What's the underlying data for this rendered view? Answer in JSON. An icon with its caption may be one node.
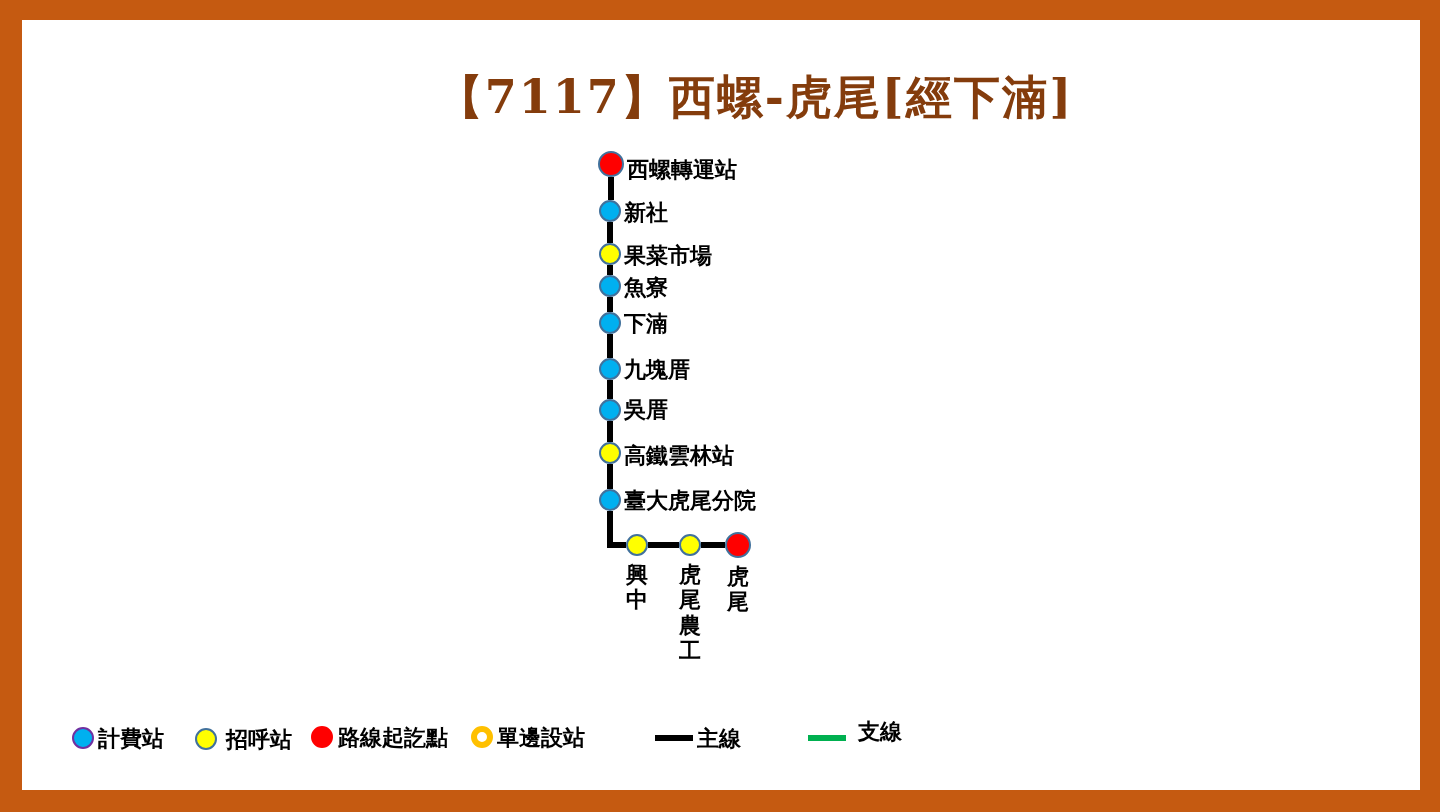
{
  "diagram": {
    "title": "【7117】西螺-虎尾[經下湳]",
    "nodes": [
      {
        "text": [],
        "shape": "circle",
        "beside": [
          "西螺轉運站"
        ]
      },
      {
        "text": [],
        "shape": "circle",
        "beside": [
          "新社"
        ]
      },
      {
        "text": [],
        "shape": "circle",
        "beside": [
          "果菜市場"
        ]
      },
      {
        "text": [],
        "shape": "circle",
        "beside": [
          "魚寮"
        ]
      },
      {
        "text": [],
        "shape": "circle",
        "beside": [
          "下湳"
        ]
      },
      {
        "text": [],
        "shape": "circle",
        "beside": [
          "九塊厝"
        ]
      },
      {
        "text": [],
        "shape": "circle",
        "beside": [
          "吳厝"
        ]
      },
      {
        "text": [],
        "shape": "circle",
        "beside": [
          "高鐵雲林站"
        ]
      },
      {
        "text": [],
        "shape": "circle",
        "beside": [
          "臺大虎尾分院"
        ]
      },
      {
        "text": [],
        "shape": "circle",
        "beside": [
          "興中"
        ]
      },
      {
        "text": [],
        "shape": "circle",
        "beside": [
          "虎尾農工"
        ]
      },
      {
        "text": [],
        "shape": "circle",
        "beside": [
          "虎尾"
        ]
      }
    ],
    "edges": [
      {
        "from": 0,
        "to": 1,
        "arrow": "none"
      },
      {
        "from": 1,
        "to": 2,
        "arrow": "none"
      },
      {
        "from": 2,
        "to": 3,
        "arrow": "none"
      },
      {
        "from": 3,
        "to": 4,
        "arrow": "none"
      },
      {
        "from": 4,
        "to": 5,
        "arrow": "none"
      },
      {
        "from": 5,
        "to": 6,
        "arrow": "none"
      },
      {
        "from": 6,
        "to": 7,
        "arrow": "none"
      },
      {
        "from": 7,
        "to": 8,
        "arrow": "none"
      },
      {
        "from": 8,
        "to": 9,
        "arrow": "none"
      },
      {
        "from": 9,
        "to": 10,
        "arrow": "none"
      },
      {
        "from": 10,
        "to": 11,
        "arrow": "none"
      }
    ],
    "legend": [
      {
        "text": "計費站",
        "color": "#00b0f0"
      },
      {
        "text": "招呼站",
        "color": "#ffff00"
      },
      {
        "text": "路線起訖點",
        "color": "#ff0000"
      },
      {
        "text": "單邊設站",
        "color": "#ffc000"
      },
      {
        "text": "主線"
      },
      {
        "text": "支線"
      }
    ]
  }
}
